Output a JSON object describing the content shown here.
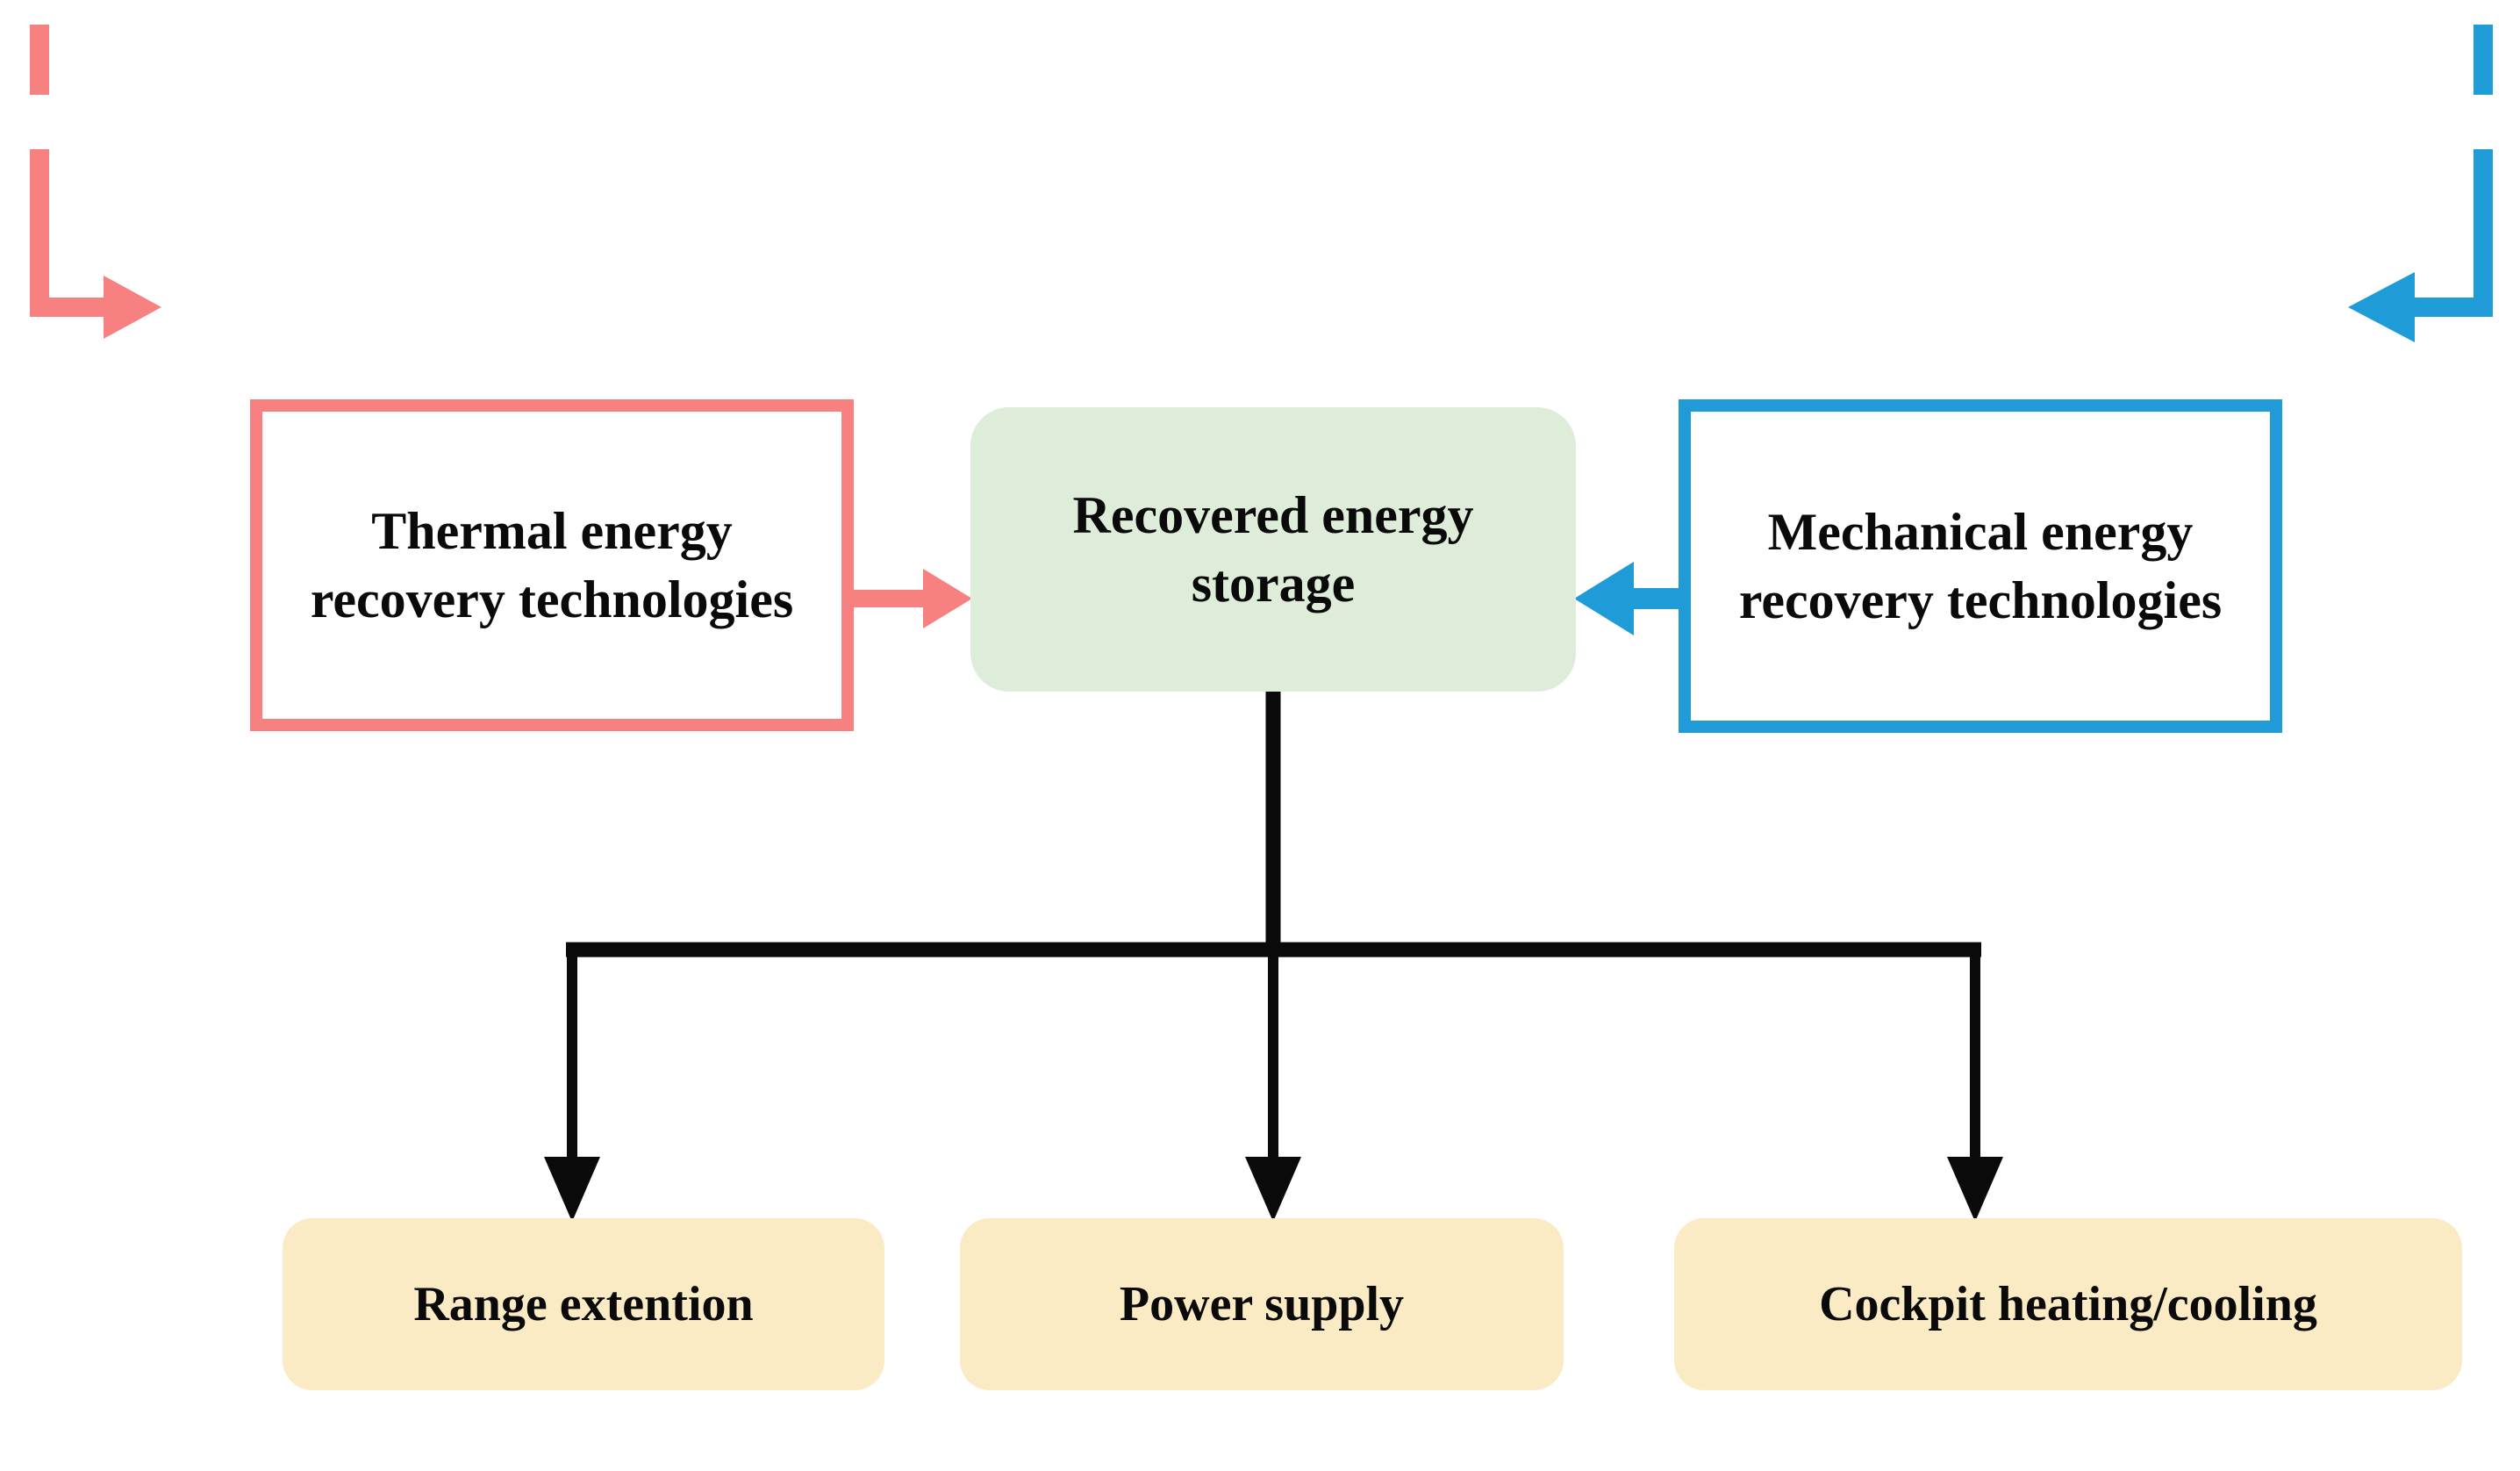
{
  "diagram": {
    "type": "flow-diagram",
    "title": "Recovered energy storage flow",
    "background": "#FFFFFF",
    "colors": {
      "thermal_red": "#F78080",
      "mechanical_blue": "#1F9BD7",
      "storage_green": "#DEEDD9",
      "output_yellow": "#FBEBC5",
      "connector_black": "#0A0A0A",
      "text": "#0A0A0A"
    }
  },
  "nodes": {
    "thermal": {
      "label": "Thermal energy recovery technologies",
      "shape": "rectangle",
      "border_color": "#F78080",
      "fill": "#FFFFFF"
    },
    "storage": {
      "label": "Recovered energy storage",
      "shape": "rounded-rectangle",
      "border_color": "none",
      "fill": "#DEEDD9"
    },
    "mechanical": {
      "label": "Mechanical energy recovery technologies",
      "shape": "rectangle",
      "border_color": "#1F9BD7",
      "fill": "#FFFFFF"
    },
    "outputs": [
      {
        "label": "Range extention",
        "fill": "#FBEBC5"
      },
      {
        "label": "Power supply",
        "fill": "#FBEBC5"
      },
      {
        "label": "Cockpit heating/cooling",
        "fill": "#FBEBC5"
      }
    ]
  },
  "connectors": [
    {
      "name": "thermal-source-inflow",
      "from": "external-thermal-source",
      "to": "thermal",
      "style": "dashed-then-solid",
      "color": "#F78080",
      "direction": "right"
    },
    {
      "name": "thermal-to-storage",
      "from": "thermal",
      "to": "storage",
      "style": "solid",
      "color": "#F78080",
      "direction": "right"
    },
    {
      "name": "mechanical-source-inflow",
      "from": "external-mechanical-source",
      "to": "mechanical",
      "style": "dashed-then-solid",
      "color": "#1F9BD7",
      "direction": "left"
    },
    {
      "name": "mechanical-to-storage",
      "from": "mechanical",
      "to": "storage",
      "style": "solid",
      "color": "#1F9BD7",
      "direction": "left"
    },
    {
      "name": "storage-to-range-extention",
      "from": "storage",
      "to": "Range extention",
      "style": "solid-elbow",
      "color": "#0A0A0A",
      "direction": "down"
    },
    {
      "name": "storage-to-power-supply",
      "from": "storage",
      "to": "Power supply",
      "style": "solid",
      "color": "#0A0A0A",
      "direction": "down"
    },
    {
      "name": "storage-to-cockpit-heating-cooling",
      "from": "storage",
      "to": "Cockpit heating/cooling",
      "style": "solid-elbow",
      "color": "#0A0A0A",
      "direction": "down"
    }
  ]
}
